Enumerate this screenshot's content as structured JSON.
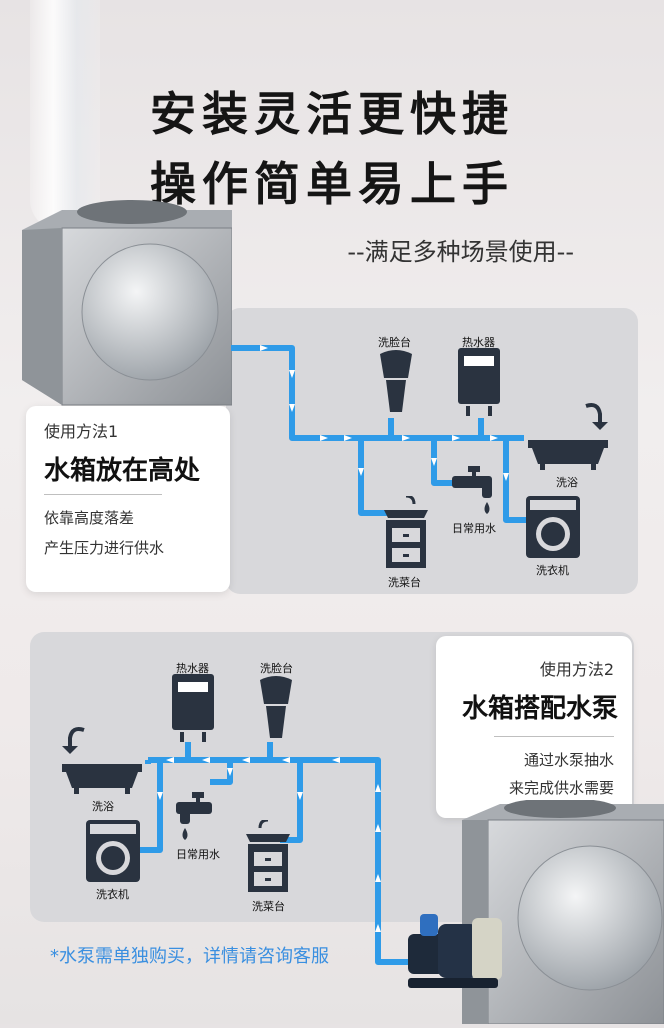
{
  "headline": {
    "line1": "安装灵活更快捷",
    "line2": "操作简单易上手",
    "subtitle": "--满足多种场景使用--"
  },
  "method1": {
    "label": "使用方法1",
    "title": "水箱放在高处",
    "desc1": "依靠高度落差",
    "desc2": "产生压力进行供水",
    "fixtures": {
      "washbasin": "洗脸台",
      "heater": "热水器",
      "bath": "洗浴",
      "daily": "日常用水",
      "sink": "洗菜台",
      "washer": "洗衣机"
    }
  },
  "method2": {
    "label": "使用方法2",
    "title": "水箱搭配水泵",
    "desc1": "通过水泵抽水",
    "desc2": "来完成供水需要",
    "fixtures": {
      "heater": "热水器",
      "washbasin": "洗脸台",
      "bath": "洗浴",
      "daily": "日常用水",
      "washer": "洗衣机",
      "sink": "洗菜台"
    }
  },
  "note": "*水泵需单独购买，详情请咨询客服",
  "colors": {
    "pipe": "#2f9be8",
    "icon": "#2a3340",
    "panel": "#d8d8db",
    "note": "#3a8fe0"
  }
}
